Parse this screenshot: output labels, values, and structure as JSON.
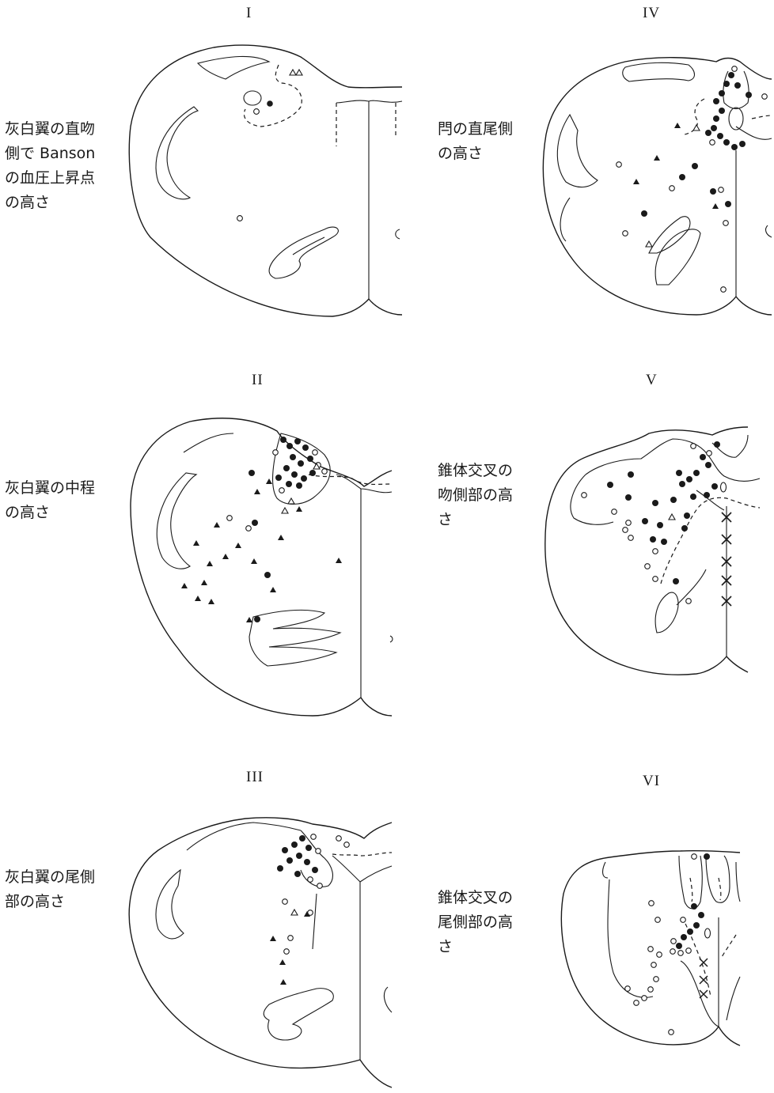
{
  "panels": [
    {
      "id": "I",
      "title": "I",
      "caption": [
        "灰白翼の直吻",
        "側で Banson",
        "の血圧上昇点",
        "の高さ"
      ]
    },
    {
      "id": "II",
      "title": "II",
      "caption": [
        "灰白翼の中程",
        "の高さ"
      ]
    },
    {
      "id": "III",
      "title": "III",
      "caption": [
        "灰白翼の尾側",
        "部の高さ"
      ]
    },
    {
      "id": "IV",
      "title": "IV",
      "caption": [
        "閂の直尾側",
        "の高さ"
      ]
    },
    {
      "id": "V",
      "title": "V",
      "caption": [
        "錐体交叉の",
        "吻側部の高",
        "さ"
      ]
    },
    {
      "id": "VI",
      "title": "VI",
      "caption": [
        "錐体交叉の",
        "尾側部の高",
        "さ"
      ]
    }
  ],
  "markers": {
    "filled_dot": "filled-circle",
    "open_dot": "open-circle",
    "filled_triangle": "filled-triangle",
    "open_triangle": "open-triangle",
    "cross": "x-mark"
  },
  "colors": {
    "ink": "#1a1a1a",
    "paper": "#ffffff"
  }
}
